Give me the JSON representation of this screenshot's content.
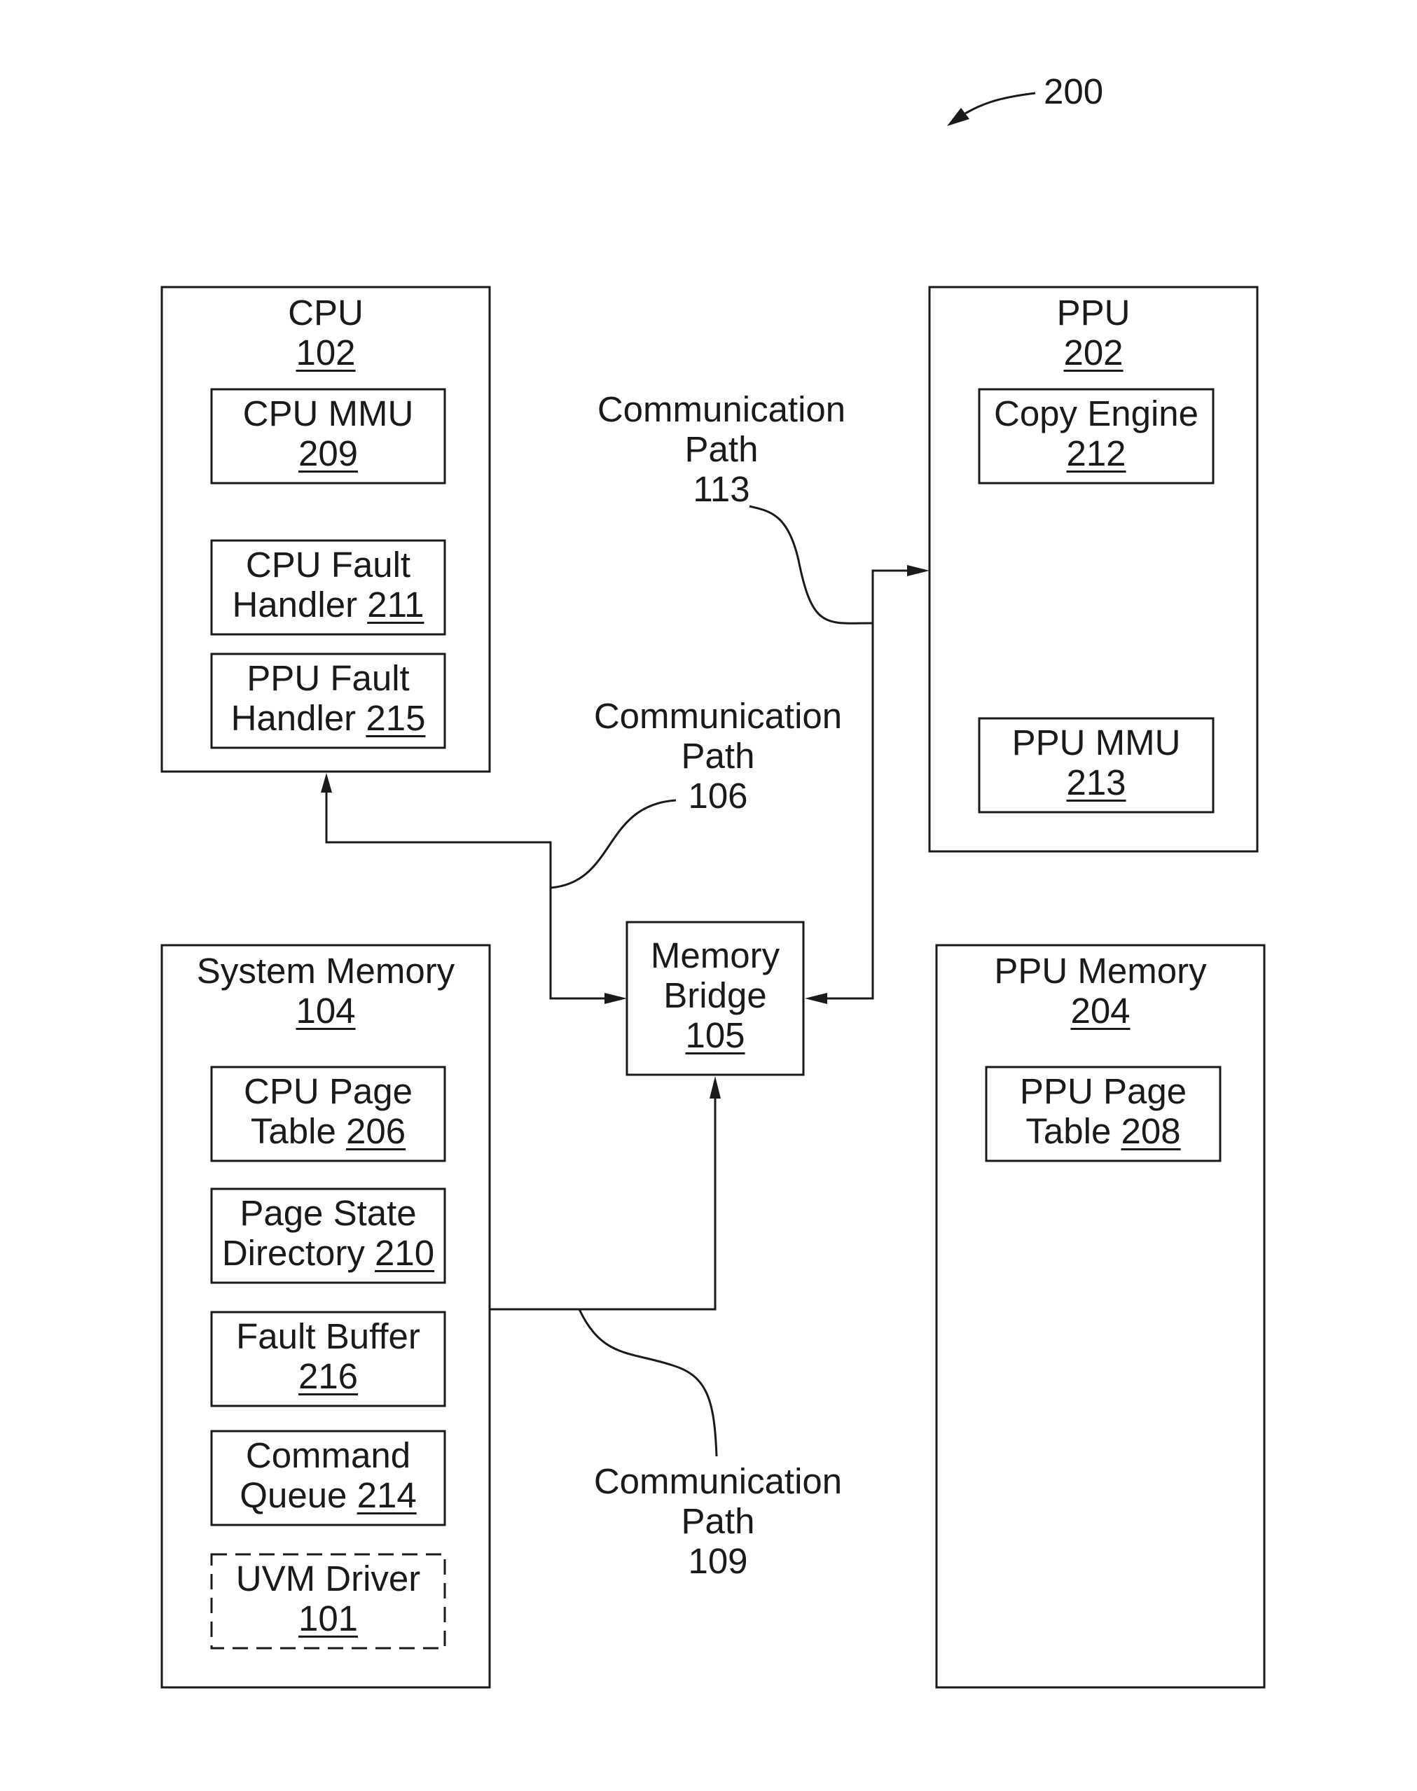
{
  "figure_ref": "200",
  "cpu": {
    "title": "CPU",
    "number": "102",
    "mmu": {
      "title": "CPU MMU",
      "number": "209"
    },
    "fault_handler": {
      "title": "CPU Fault",
      "line2": "Handler",
      "number": "211"
    },
    "ppu_fault_handler": {
      "title": "PPU Fault",
      "line2": "Handler",
      "number": "215"
    }
  },
  "ppu": {
    "title": "PPU",
    "number": "202",
    "copy_engine": {
      "title": "Copy Engine",
      "number": "212"
    },
    "mmu": {
      "title": "PPU MMU",
      "number": "213"
    }
  },
  "system_memory": {
    "title": "System Memory",
    "number": "104",
    "cpu_page_table": {
      "title": "CPU Page",
      "line2": "Table",
      "number": "206"
    },
    "page_state_directory": {
      "title": "Page State",
      "line2": "Directory",
      "number": "210"
    },
    "fault_buffer": {
      "title": "Fault Buffer",
      "number": "216"
    },
    "command_queue": {
      "title": "Command",
      "line2": "Queue",
      "number": "214"
    },
    "uvm_driver": {
      "title": "UVM Driver",
      "number": "101"
    }
  },
  "memory_bridge": {
    "title": "Memory",
    "line2": "Bridge",
    "number": "105"
  },
  "ppu_memory": {
    "title": "PPU Memory",
    "number": "204",
    "ppu_page_table": {
      "title": "PPU Page",
      "line2": "Table",
      "number": "208"
    }
  },
  "paths": {
    "p113": {
      "line1": "Communication",
      "line2": "Path",
      "number": "113"
    },
    "p106": {
      "line1": "Communication",
      "line2": "Path",
      "number": "106"
    },
    "p109": {
      "line1": "Communication",
      "line2": "Path",
      "number": "109"
    }
  }
}
